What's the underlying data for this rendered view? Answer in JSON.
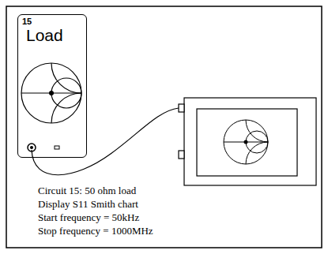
{
  "diagram": {
    "nodes": [
      {
        "text": [
          "15",
          "Load"
        ]
      }
    ],
    "labels": [
      "Circuit 15: 50 ohm load",
      "Display S11 Smith chart",
      "Start frequency = 50kHz",
      "Stop frequency = 1000MHz"
    ]
  }
}
